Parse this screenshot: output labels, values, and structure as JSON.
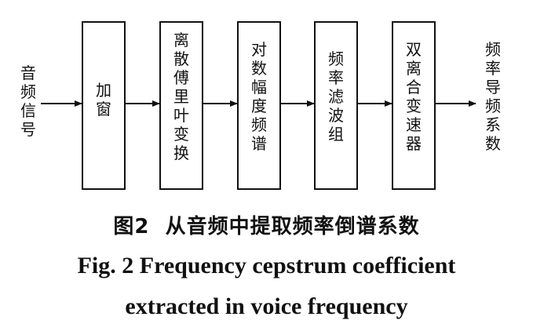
{
  "input_label": "音频信号",
  "output_label": "频率导频系数",
  "blocks": [
    {
      "label": "加窗"
    },
    {
      "label": "离散傅里叶变换"
    },
    {
      "label": "对数幅度频谱"
    },
    {
      "label": "频率滤波组"
    },
    {
      "label": "双离合变速器"
    }
  ],
  "caption": {
    "cn_prefix": "图2",
    "cn_text": "从音频中提取频率倒谱系数",
    "en_line1": "Fig. 2  Frequency cepstrum coefficient",
    "en_line2": "extracted in voice frequency"
  }
}
